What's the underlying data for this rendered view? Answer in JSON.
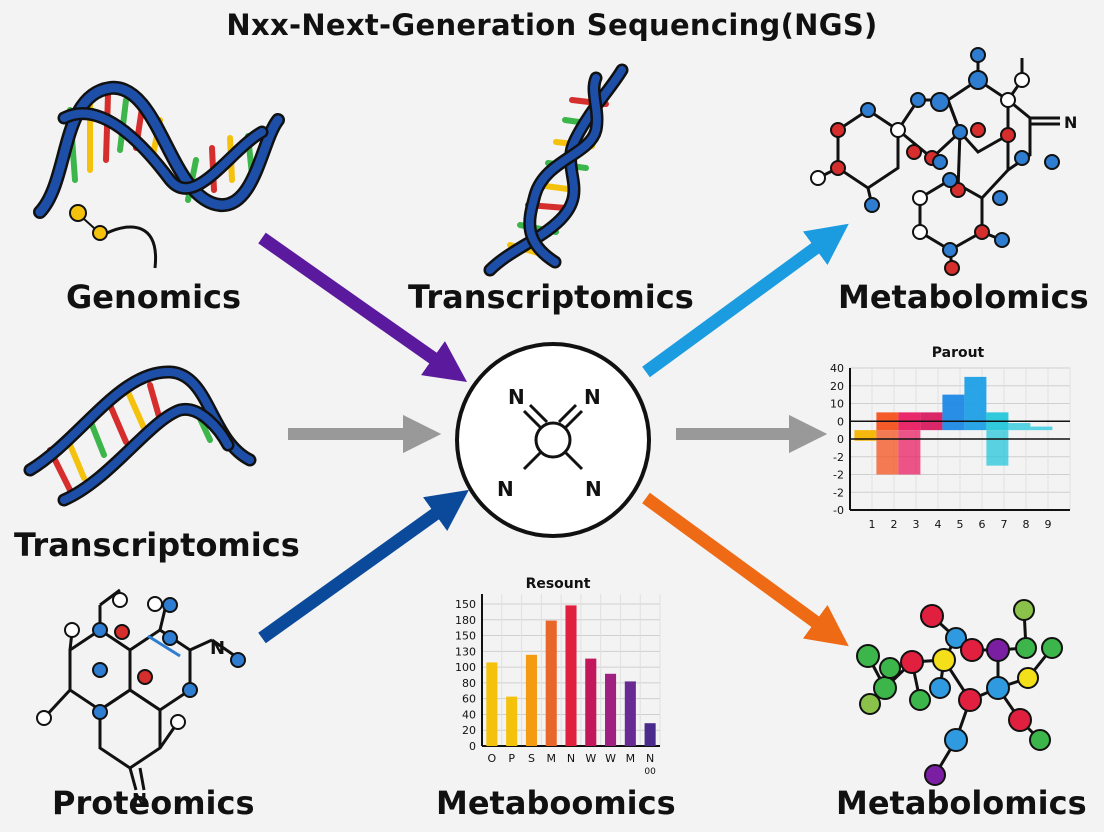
{
  "title": "Nxx-Next-Generation Sequencing(NGS)",
  "labels": {
    "top_left": "Genomics",
    "top_center": "Transcriptomics",
    "top_right": "Metabolomics",
    "mid_left": "Transcriptomics",
    "bottom_left": "Proteomics",
    "bottom_center": "Metaboomics",
    "bottom_right": "Metabolomics"
  },
  "hub": {
    "atom_labels": [
      "N",
      "N",
      "N",
      "N"
    ]
  },
  "molecule_label_left": "N",
  "molecule_label_bottom": "N",
  "molecule_label_right": "N",
  "colors": {
    "arrow_purple": "#5b1a9e",
    "arrow_blue_dark": "#0b4a9a",
    "arrow_light_blue": "#1b9be0",
    "arrow_orange": "#ee6a14",
    "arrow_gray": "#999999",
    "dna_blue": "#1d4fa8"
  },
  "chart_data": [
    {
      "type": "bar",
      "title": "Resount",
      "categories": [
        "O",
        "P",
        "S",
        "M",
        "N",
        "W",
        "W",
        "M",
        "N"
      ],
      "values": [
        110,
        65,
        120,
        165,
        185,
        115,
        95,
        85,
        30
      ],
      "extra_tick_label": "00",
      "yticks": [
        0,
        20,
        40,
        60,
        80,
        100,
        130,
        150,
        180,
        150
      ],
      "ylim": [
        0,
        200
      ],
      "grid": true,
      "bar_colors": [
        "#f4c20d",
        "#f4c20d",
        "#f39c12",
        "#e8662a",
        "#e0203e",
        "#c2185b",
        "#a02081",
        "#6a2a94",
        "#4a2a8a"
      ]
    },
    {
      "type": "bar",
      "title": "Parout",
      "categories": [
        "1",
        "2",
        "3",
        "4",
        "5",
        "6",
        "7",
        "8",
        "9"
      ],
      "yticks": [
        "40",
        "20",
        "10",
        "0",
        "0",
        "-2",
        "-2",
        "-2",
        "-0"
      ],
      "grid": true,
      "values": [
        -0.6,
        1,
        1,
        1,
        2,
        3,
        1,
        0.4,
        0.2
      ],
      "values_lower": [
        0,
        -2.5,
        -2.5,
        0,
        0,
        0,
        -2,
        0,
        0
      ],
      "bar_colors": [
        "#f4b400",
        "#f4511e",
        "#e91e63",
        "#d81b60",
        "#1e88e5",
        "#1ea0e6",
        "#26c6da",
        "#4dd0e1",
        "#4dd0e1"
      ]
    }
  ]
}
